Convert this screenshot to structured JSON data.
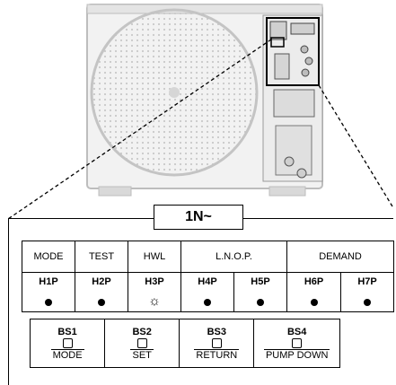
{
  "diagram": {
    "title": "1N~",
    "headers": [
      {
        "label": "MODE"
      },
      {
        "label": "TEST"
      },
      {
        "label": "HWL"
      },
      {
        "label": "L.N.O.P."
      },
      {
        "label": "DEMAND"
      }
    ],
    "leds": [
      {
        "code": "H1P",
        "state": "on"
      },
      {
        "code": "H2P",
        "state": "on"
      },
      {
        "code": "H3P",
        "state": "blinking"
      },
      {
        "code": "H4P",
        "state": "on"
      },
      {
        "code": "H5P",
        "state": "on"
      },
      {
        "code": "H6P",
        "state": "on"
      },
      {
        "code": "H7P",
        "state": "on"
      }
    ],
    "buttons": [
      {
        "code": "BS1",
        "label": "MODE"
      },
      {
        "code": "BS2",
        "label": "SET"
      },
      {
        "code": "BS3",
        "label": "RETURN"
      },
      {
        "code": "BS4",
        "label": "PUMP DOWN"
      }
    ]
  }
}
